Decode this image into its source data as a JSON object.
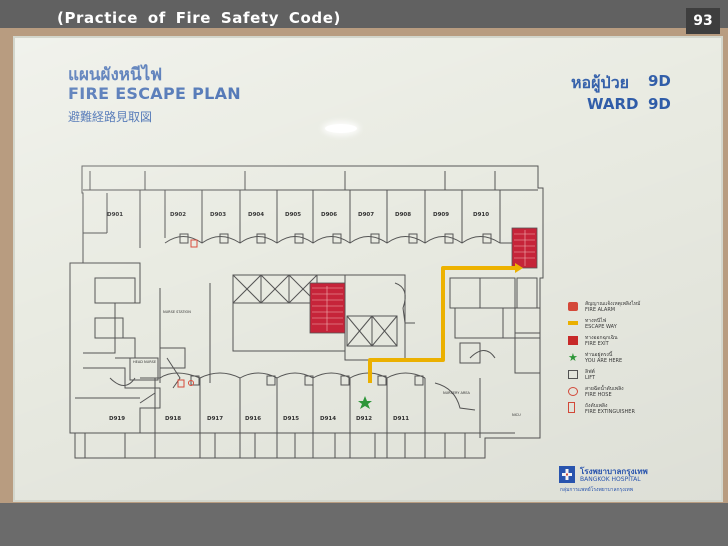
{
  "slide": {
    "title": "(Practice  of  Fire  Safety  Code)",
    "number": "93"
  },
  "sign": {
    "title_thai": "แผนผังหนีไฟ",
    "title_en": "FIRE ESCAPE PLAN",
    "title_jp": "避難経路見取図",
    "ward_thai": "หอผู้ป่วย",
    "ward_en": "WARD",
    "ward_number": "9D"
  },
  "rooms_top": [
    "D901",
    "D902",
    "D903",
    "D904",
    "D905",
    "D906",
    "D907",
    "D908",
    "D909",
    "D910"
  ],
  "rooms_bottom": [
    "D919",
    "D918",
    "D917",
    "D916",
    "D915",
    "D914",
    "D912",
    "D911"
  ],
  "area_labels": {
    "nurse_station": "NURSE STATION",
    "head_nurse": "HEAD NURSE",
    "nursery": "NURSERY AREA",
    "nicu": "NICU"
  },
  "legend": [
    {
      "label": "FIRE ALARM",
      "thai": "สัญญาณแจ้งเหตุเพลิงไหม้",
      "icon": "fire-alarm-icon",
      "color": "#d94a3a"
    },
    {
      "label": "ESCAPE WAY",
      "thai": "ทางหนีไฟ",
      "icon": "escape-way-icon",
      "color": "#f0b400"
    },
    {
      "label": "FIRE EXIT",
      "thai": "ทางออกฉุกเฉิน",
      "icon": "fire-exit-icon",
      "color": "#cc2a2a"
    },
    {
      "label": "YOU ARE HERE",
      "thai": "ท่านอยู่ตรงนี้",
      "icon": "you-are-here-icon",
      "color": "#2e9a3a"
    },
    {
      "label": "LIFT",
      "thai": "ลิฟต์",
      "icon": "lift-icon",
      "color": "#555555"
    },
    {
      "label": "FIRE HOSE",
      "thai": "สายฉีดน้ำดับเพลิง",
      "icon": "fire-hose-icon",
      "color": "#d94a3a"
    },
    {
      "label": "FIRE EXTINGUISHER",
      "thai": "ถังดับเพลิง",
      "icon": "fire-extinguisher-icon",
      "color": "#d94a3a"
    }
  ],
  "logo": {
    "thai": "โรงพยาบาลกรุงเทพ",
    "en": "BANGKOK HOSPITAL",
    "sub": "กลุ่มการแพทย์โรงพยาบาลกรุงเทพ"
  },
  "colors": {
    "sign_text": "#2f5ca8",
    "escape_route": "#f0b400",
    "fire_exit": "#cc2a2a"
  }
}
